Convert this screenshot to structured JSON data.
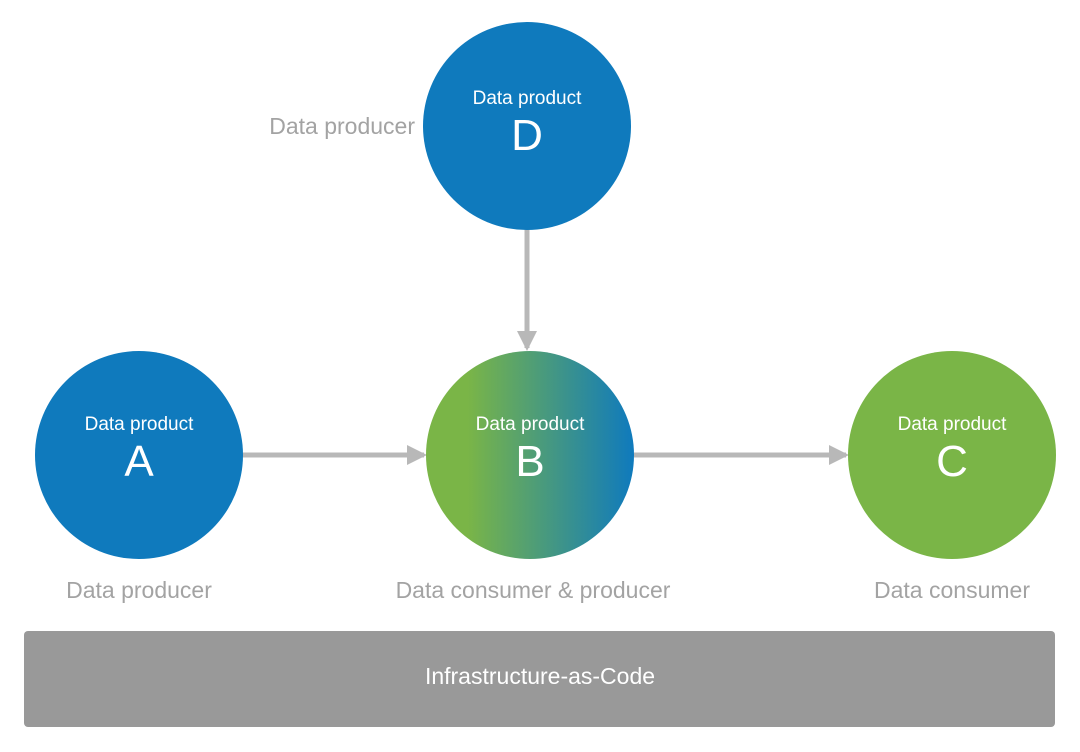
{
  "colors": {
    "producer_blue": "#0f7abd",
    "consumer_green": "#7ab547",
    "arrow_gray": "#b8b8b8",
    "label_gray": "#a3a3a3",
    "infra_gray": "#999999",
    "text_white": "#ffffff"
  },
  "nodes": {
    "d": {
      "subtitle": "Data product",
      "letter": "D",
      "role": "Data producer"
    },
    "a": {
      "subtitle": "Data product",
      "letter": "A",
      "role": "Data producer"
    },
    "b": {
      "subtitle": "Data product",
      "letter": "B",
      "role": "Data consumer & producer"
    },
    "c": {
      "subtitle": "Data product",
      "letter": "C",
      "role": "Data consumer"
    }
  },
  "edges": [
    {
      "from": "D",
      "to": "B"
    },
    {
      "from": "A",
      "to": "B"
    },
    {
      "from": "B",
      "to": "C"
    }
  ],
  "infrastructure": {
    "label": "Infrastructure-as-Code"
  }
}
